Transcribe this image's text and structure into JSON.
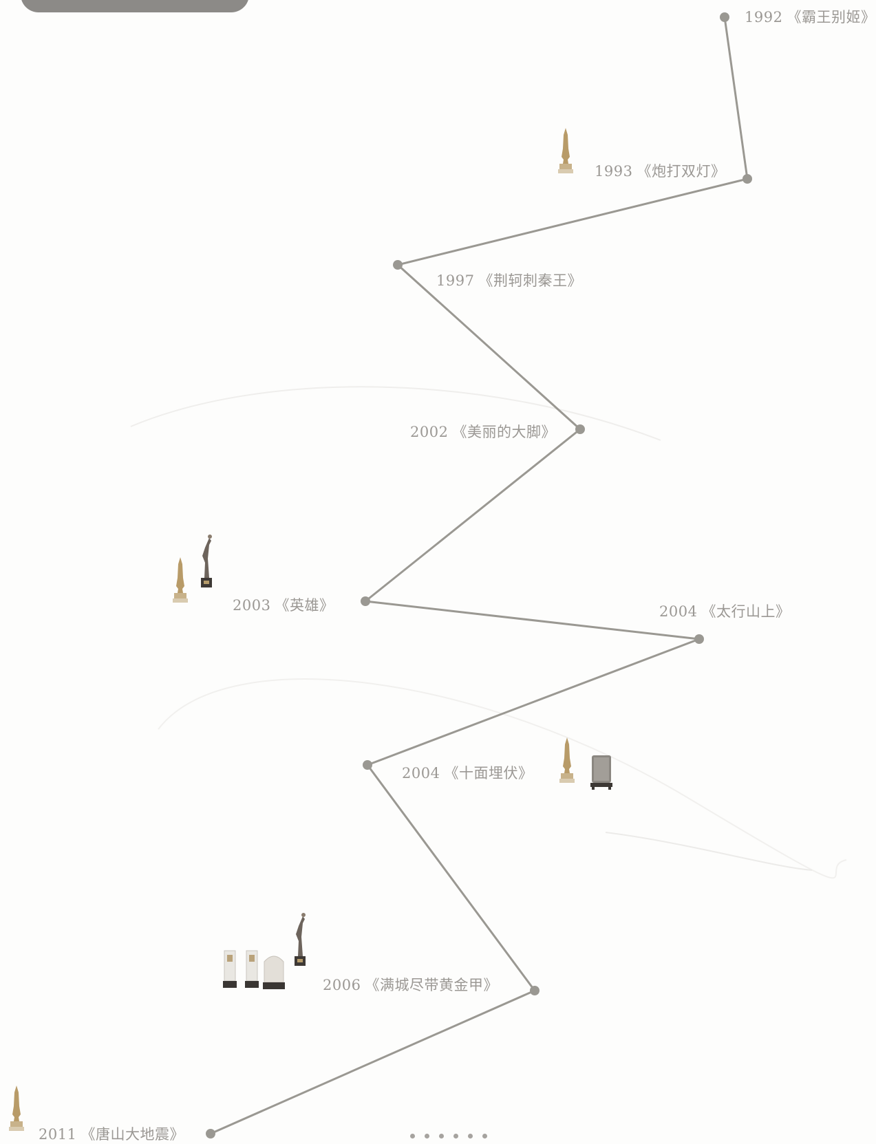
{
  "timeline": {
    "line_color": "#9a9892",
    "node_color": "#9a9892",
    "nodes": [
      {
        "year": "1992",
        "title": "《霸王别姬》",
        "trophies": []
      },
      {
        "year": "1993",
        "title": "《炮打双灯》",
        "trophies": [
          "golden-statue"
        ]
      },
      {
        "year": "1997",
        "title": "《荆轲刺秦王》",
        "trophies": []
      },
      {
        "year": "2002",
        "title": "《美丽的大脚》",
        "trophies": []
      },
      {
        "year": "2003",
        "title": "《英雄》",
        "trophies": [
          "golden-statue",
          "winged-figure-statue"
        ]
      },
      {
        "year": "2004",
        "title": "《太行山上》",
        "trophies": []
      },
      {
        "year": "2004",
        "title": "《十面埋伏》",
        "trophies": [
          "golden-statue",
          "plaque-award"
        ]
      },
      {
        "year": "2006",
        "title": "《满城尽带黄金甲》",
        "trophies": [
          "crystal-award",
          "crystal-award",
          "stone-award",
          "winged-figure-statue"
        ]
      },
      {
        "year": "2011",
        "title": "《唐山大地震》",
        "trophies": [
          "golden-statue"
        ]
      }
    ]
  },
  "pager": {
    "dot_count": 6
  },
  "header_tab": {
    "color": "#8c8a87"
  }
}
